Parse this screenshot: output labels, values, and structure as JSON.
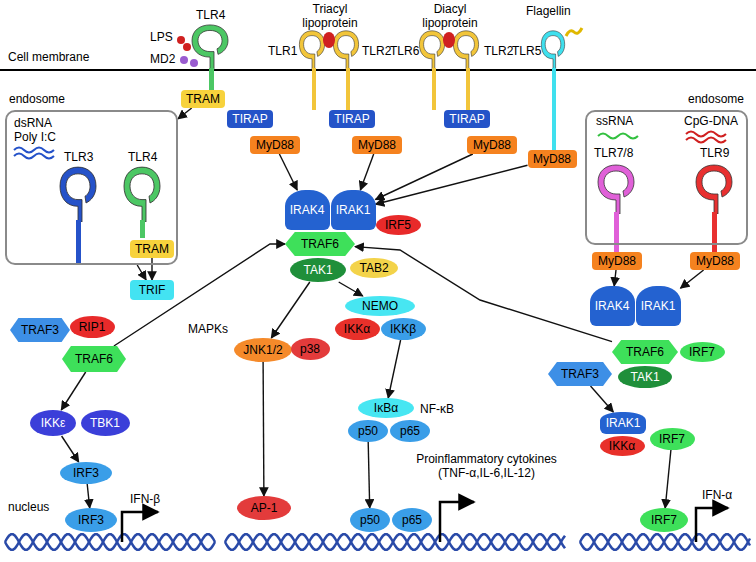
{
  "diagram": {
    "nodes": [
      {
        "text": [
          "endosome"
        ]
      },
      {
        "text": [
          "endosome"
        ]
      },
      {
        "text": [
          "TRAM"
        ]
      },
      {
        "text": [
          "TIRAP"
        ]
      },
      {
        "text": [
          "MyD88"
        ]
      },
      {
        "text": [
          "TIRAP"
        ]
      },
      {
        "text": [
          "MyD88"
        ]
      },
      {
        "text": [
          "TIRAP"
        ]
      },
      {
        "text": [
          "MyD88"
        ]
      },
      {
        "text": [
          "MyD88"
        ]
      },
      {
        "text": [
          "TRAM"
        ],
        "in": 0
      },
      {
        "text": [
          "MyD88"
        ]
      },
      {
        "text": [
          "MyD88"
        ]
      },
      {
        "text": [
          "TRIF"
        ]
      },
      {
        "text": [
          "TRAF3"
        ]
      },
      {
        "text": [
          "RIP1"
        ]
      },
      {
        "text": [
          "TRAF6"
        ]
      },
      {
        "text": [
          "IKKε"
        ]
      },
      {
        "text": [
          "TBK1"
        ]
      },
      {
        "text": [
          "IRF3"
        ]
      },
      {
        "text": [
          "IRF3"
        ]
      },
      {
        "text": [
          "IRAK4"
        ]
      },
      {
        "text": [
          "IRAK1"
        ]
      },
      {
        "text": [
          "IRF5"
        ]
      },
      {
        "text": [
          "TRAF6"
        ]
      },
      {
        "text": [
          "TAK1"
        ]
      },
      {
        "text": [
          "TAB2"
        ]
      },
      {
        "text": [
          "JNK1/2"
        ]
      },
      {
        "text": [
          "p38"
        ]
      },
      {
        "text": [
          "NEMO"
        ]
      },
      {
        "text": [
          "IKKα"
        ]
      },
      {
        "text": [
          "IKKβ"
        ]
      },
      {
        "text": [
          "IκBα"
        ]
      },
      {
        "text": [
          "p50"
        ]
      },
      {
        "text": [
          "p65"
        ]
      },
      {
        "text": [
          "AP-1"
        ]
      },
      {
        "text": [
          "p50"
        ]
      },
      {
        "text": [
          "p65"
        ]
      },
      {
        "text": [
          "IRAK4"
        ]
      },
      {
        "text": [
          "IRAK1"
        ]
      },
      {
        "text": [
          "TRAF6"
        ]
      },
      {
        "text": [
          "IRF7"
        ]
      },
      {
        "text": [
          "TRAF3"
        ]
      },
      {
        "text": [
          "TAK1"
        ]
      },
      {
        "text": [
          "IRAK1"
        ]
      },
      {
        "text": [
          "IKKα"
        ]
      },
      {
        "text": [
          "IRF7"
        ]
      },
      {
        "text": [
          "IRF7"
        ]
      }
    ],
    "edges": [
      {
        "from": 2,
        "to": 0,
        "arrow": "to"
      },
      {
        "from": 0,
        "to": 13,
        "arrow": "to"
      },
      {
        "from": 10,
        "to": 13,
        "arrow": "to"
      },
      {
        "from": 4,
        "to": 21,
        "arrow": "to"
      },
      {
        "from": 6,
        "to": 22,
        "arrow": "to"
      },
      {
        "from": 8,
        "to": 22,
        "arrow": "to"
      },
      {
        "from": 9,
        "to": 22,
        "arrow": "to"
      },
      {
        "from": 11,
        "to": 38,
        "arrow": "to"
      },
      {
        "from": 12,
        "to": 39,
        "arrow": "to"
      },
      {
        "from": 16,
        "to": 24,
        "arrow": "to"
      },
      {
        "from": 16,
        "to": 17,
        "arrow": "to"
      },
      {
        "from": 17,
        "to": 19,
        "arrow": "to"
      },
      {
        "from": 19,
        "to": 20,
        "arrow": "to"
      },
      {
        "from": 25,
        "to": 27,
        "arrow": "to"
      },
      {
        "from": 25,
        "to": 29,
        "arrow": "to"
      },
      {
        "from": 27,
        "to": 35,
        "arrow": "to"
      },
      {
        "from": 31,
        "to": 32,
        "arrow": "to"
      },
      {
        "from": 33,
        "to": 36,
        "arrow": "to"
      },
      {
        "from": 40,
        "to": 24,
        "arrow": "to"
      },
      {
        "from": 42,
        "to": 44,
        "arrow": "to"
      },
      {
        "from": 46,
        "to": 47,
        "arrow": "to"
      }
    ],
    "labels": [
      "Cell membrane",
      "LPS",
      "TLR4",
      "MD2",
      "Triacyl lipoprotein",
      "TLR1",
      "TLR2",
      "Diacyl lipoprotein",
      "TLR6",
      "TLR2",
      "Flagellin",
      "TLR5",
      "dsRNA",
      "Poly I:C",
      "TLR3",
      "TLR4",
      "ssRNA",
      "CpG-DNA",
      "TLR7/8",
      "TLR9",
      "MAPKs",
      "NF-κB",
      "Proinflammatory cytokines (TNF-α,IL-6,IL-12)",
      "nucleus",
      "IFN-β",
      "IFN-α"
    ]
  }
}
